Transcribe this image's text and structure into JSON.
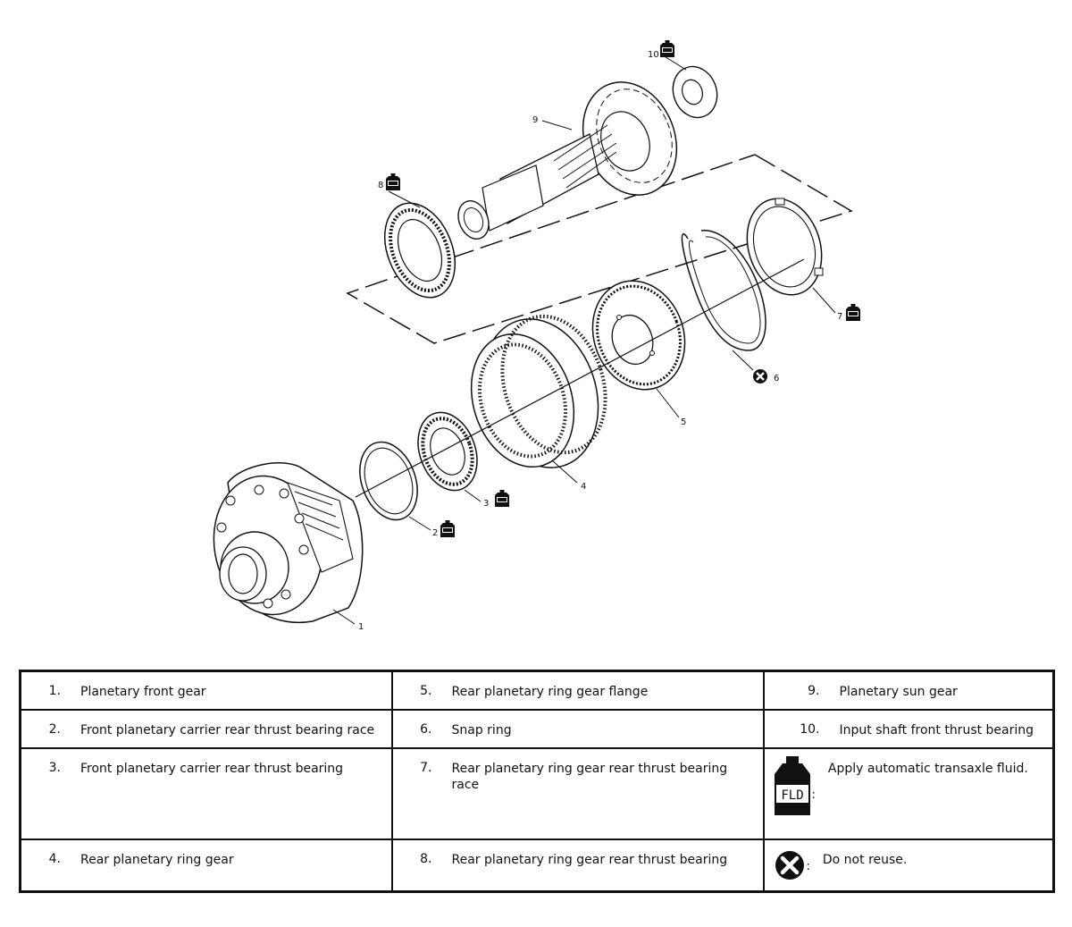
{
  "diagram": {
    "callouts": [
      "1",
      "2",
      "3",
      "4",
      "5",
      "6",
      "7",
      "8",
      "9",
      "10"
    ],
    "fluid_badge_text": "FLD"
  },
  "legend": {
    "rows": [
      [
        {
          "num": "1.",
          "text": "Planetary front gear"
        },
        {
          "num": "5.",
          "text": "Rear planetary ring gear flange"
        },
        {
          "num": "9.",
          "text": "Planetary sun gear"
        }
      ],
      [
        {
          "num": "2.",
          "text": "Front planetary carrier rear thrust bearing race"
        },
        {
          "num": "6.",
          "text": "Snap ring"
        },
        {
          "num": "10.",
          "text": "Input shaft front thrust bearing"
        }
      ],
      [
        {
          "num": "3.",
          "text": "Front planetary carrier rear thrust bearing"
        },
        {
          "num": "7.",
          "text": "Rear planetary ring gear rear thrust bearing race"
        },
        {
          "symbol": "fluid-bottle-icon",
          "symbol_text": "FLD",
          "colon": ":",
          "text": "Apply automatic transaxle fluid."
        }
      ],
      [
        {
          "num": "4.",
          "text": "Rear planetary ring gear"
        },
        {
          "num": "8.",
          "text": "Rear planetary ring gear rear thrust bearing"
        },
        {
          "symbol": "do-not-reuse-icon",
          "colon": ":",
          "text": "Do not reuse."
        }
      ]
    ]
  }
}
